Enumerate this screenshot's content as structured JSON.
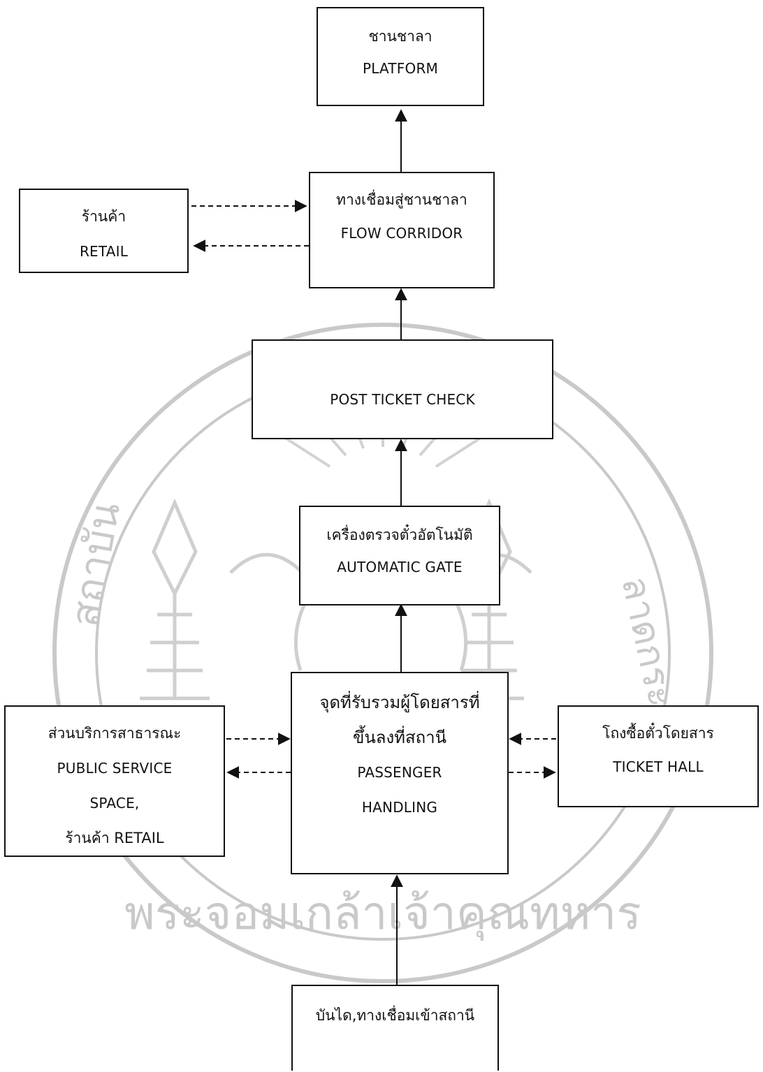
{
  "nodes": {
    "platform": {
      "th": "ชานชาลา",
      "en": "PLATFORM"
    },
    "flow_corridor": {
      "th": "ทางเชื่อมสู่ชานชาลา",
      "en": "FLOW CORRIDOR"
    },
    "retail_top": {
      "th": "ร้านค้า",
      "en": "RETAIL"
    },
    "post_ticket_check": {
      "en": "POST TICKET CHECK"
    },
    "automatic_gate": {
      "th": "เครื่องตรวจตั๋วอัตโนมัติ",
      "en": "AUTOMATIC GATE"
    },
    "passenger_handling": {
      "th1": "จุดที่รับรวมผู้โดยสารที่",
      "th2": "ขึ้นลงที่สถานี",
      "en1": "PASSENGER",
      "en2": "HANDLING"
    },
    "public_service": {
      "th": "ส่วนบริการสาธารณะ",
      "en1": "PUBLIC SERVICE",
      "en2": "SPACE,",
      "mixed": "ร้านค้า RETAIL"
    },
    "ticket_hall": {
      "th": "โถงซื้อตั๋วโดยสาร",
      "en": "TICKET HALL"
    },
    "entrance": {
      "th": "บันได,ทางเชื่อมเข้าสถานี"
    }
  },
  "watermark": {
    "lower_text": "พระจอมเกล้าเจ้าคุณทหาร",
    "left_text": "สถาบัน",
    "right_text": "ลาดกระบัง"
  },
  "colors": {
    "line": "#111111",
    "watermark": "#c9c9c9"
  }
}
